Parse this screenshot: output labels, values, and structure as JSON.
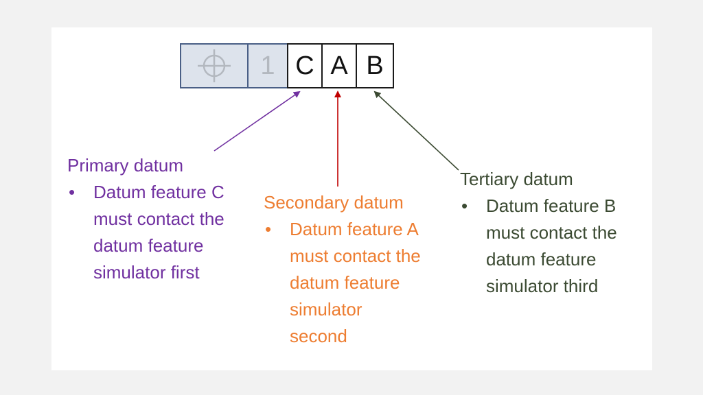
{
  "frame": {
    "symbol_icon": "position-crosshair-icon",
    "tolerance": "1",
    "datums": [
      "C",
      "A",
      "B"
    ]
  },
  "primary": {
    "heading": "Primary datum",
    "lines": [
      "Datum feature C",
      "must contact the",
      "datum feature",
      "simulator first"
    ],
    "color": "#7030a0"
  },
  "secondary": {
    "heading": "Secondary datum",
    "lines": [
      "Datum feature A",
      "must contact the",
      "datum feature",
      "simulator",
      "second"
    ],
    "color": "#ed7d31"
  },
  "tertiary": {
    "heading": "Tertiary datum",
    "lines": [
      "Datum feature B",
      "must contact the",
      "datum feature",
      "simulator third"
    ],
    "color": "#3b4a32"
  },
  "bullet": "•"
}
